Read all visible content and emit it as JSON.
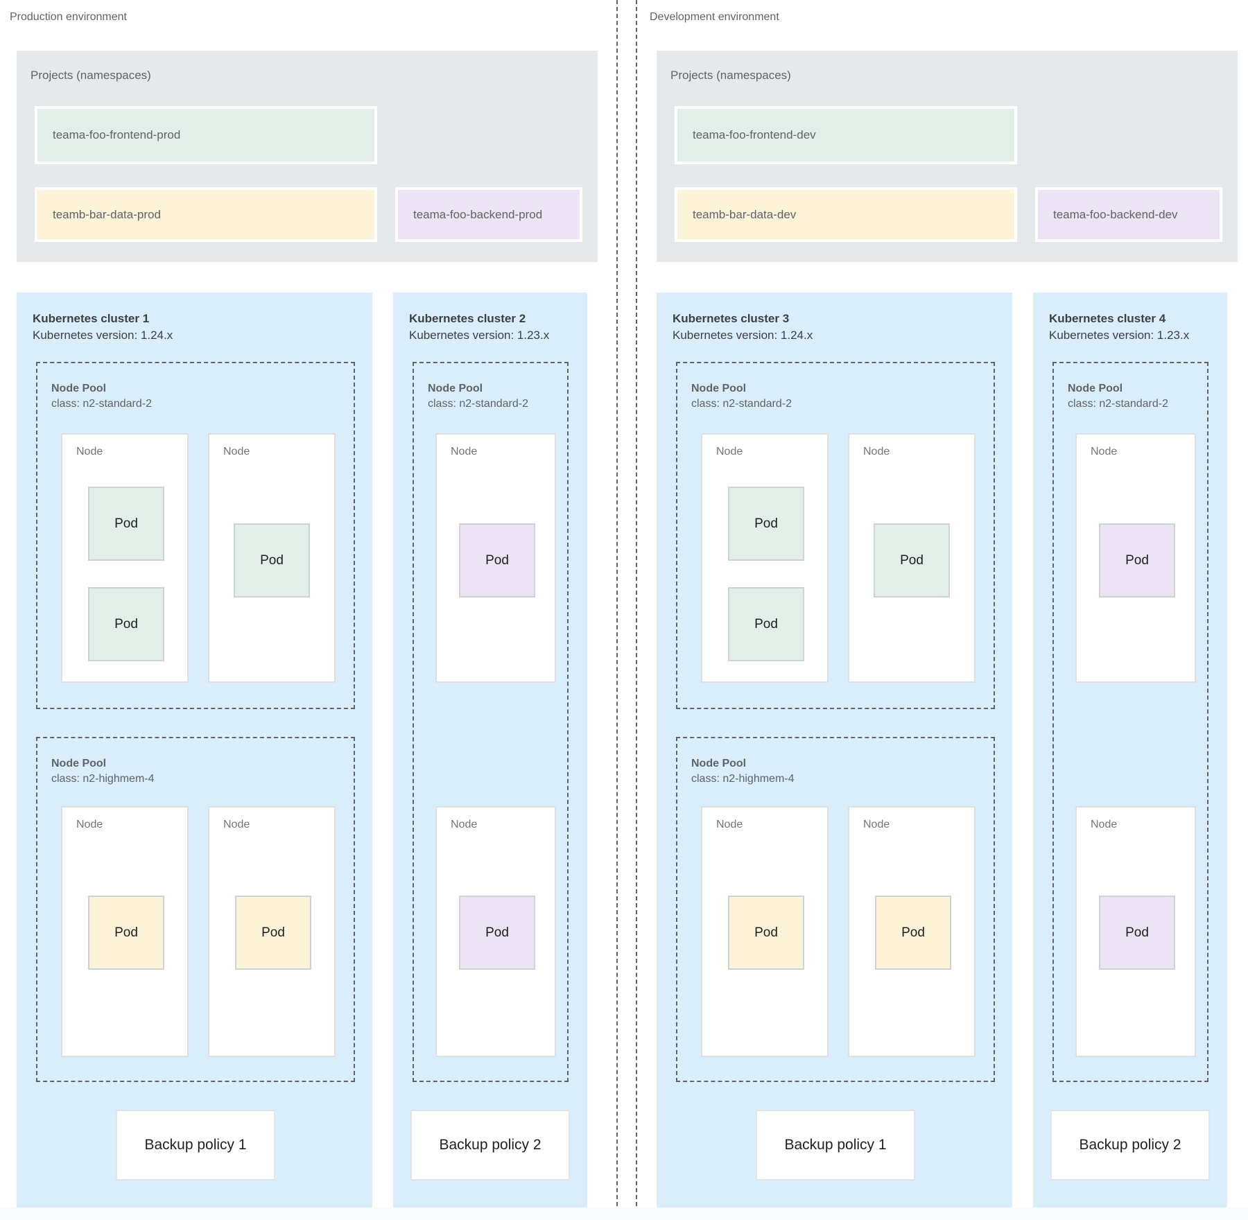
{
  "colors": {
    "projects_container_bg": "#e6e9ec",
    "cluster_bg": "#d9edfb",
    "namespace_green": "#e2efe8",
    "namespace_yellow": "#fcf3d9",
    "namespace_purple": "#ece3f4",
    "node_bg": "#ffffff",
    "dashed_border": "#5f6368",
    "text_gray": "#5f6368",
    "text_dark": "#3c4043"
  },
  "environments": [
    {
      "title": "Production environment",
      "projects": {
        "label": "Projects (namespaces)",
        "namespaces": [
          {
            "name": "teama-foo-frontend-prod",
            "color": "green"
          },
          {
            "name": "teamb-bar-data-prod",
            "color": "yellow"
          },
          {
            "name": "teama-foo-backend-prod",
            "color": "purple"
          }
        ]
      },
      "clusters": [
        {
          "name": "Kubernetes cluster 1",
          "version": "Kubernetes version: 1.24.x",
          "backup_policy": "Backup policy 1",
          "node_pools": [
            {
              "label": "Node Pool",
              "class": "class: n2-standard-2",
              "nodes": [
                {
                  "label": "Node",
                  "pods": [
                    {
                      "label": "Pod",
                      "color": "green"
                    },
                    {
                      "label": "Pod",
                      "color": "green"
                    }
                  ]
                },
                {
                  "label": "Node",
                  "pods": [
                    {
                      "label": "Pod",
                      "color": "green"
                    }
                  ]
                }
              ]
            },
            {
              "label": "Node Pool",
              "class": "class: n2-highmem-4",
              "nodes": [
                {
                  "label": "Node",
                  "pods": [
                    {
                      "label": "Pod",
                      "color": "yellow"
                    }
                  ]
                },
                {
                  "label": "Node",
                  "pods": [
                    {
                      "label": "Pod",
                      "color": "yellow"
                    }
                  ]
                }
              ]
            }
          ]
        },
        {
          "name": "Kubernetes cluster 2",
          "version": "Kubernetes version: 1.23.x",
          "backup_policy": "Backup policy 2",
          "node_pools": [
            {
              "label": "Node Pool",
              "class": "class: n2-standard-2",
              "nodes": [
                {
                  "label": "Node",
                  "pods": [
                    {
                      "label": "Pod",
                      "color": "purple"
                    }
                  ]
                },
                {
                  "label": "Node",
                  "pods": [
                    {
                      "label": "Pod",
                      "color": "purple"
                    }
                  ]
                }
              ]
            }
          ]
        }
      ]
    },
    {
      "title": "Development environment",
      "projects": {
        "label": "Projects (namespaces)",
        "namespaces": [
          {
            "name": "teama-foo-frontend-dev",
            "color": "green"
          },
          {
            "name": "teamb-bar-data-dev",
            "color": "yellow"
          },
          {
            "name": "teama-foo-backend-dev",
            "color": "purple"
          }
        ]
      },
      "clusters": [
        {
          "name": "Kubernetes cluster 3",
          "version": "Kubernetes version: 1.24.x",
          "backup_policy": "Backup policy 1",
          "node_pools": [
            {
              "label": "Node Pool",
              "class": "class: n2-standard-2",
              "nodes": [
                {
                  "label": "Node",
                  "pods": [
                    {
                      "label": "Pod",
                      "color": "green"
                    },
                    {
                      "label": "Pod",
                      "color": "green"
                    }
                  ]
                },
                {
                  "label": "Node",
                  "pods": [
                    {
                      "label": "Pod",
                      "color": "green"
                    }
                  ]
                }
              ]
            },
            {
              "label": "Node Pool",
              "class": "class: n2-highmem-4",
              "nodes": [
                {
                  "label": "Node",
                  "pods": [
                    {
                      "label": "Pod",
                      "color": "yellow"
                    }
                  ]
                },
                {
                  "label": "Node",
                  "pods": [
                    {
                      "label": "Pod",
                      "color": "yellow"
                    }
                  ]
                }
              ]
            }
          ]
        },
        {
          "name": "Kubernetes cluster 4",
          "version": "Kubernetes version: 1.23.x",
          "backup_policy": "Backup policy 2",
          "node_pools": [
            {
              "label": "Node Pool",
              "class": "class: n2-standard-2",
              "nodes": [
                {
                  "label": "Node",
                  "pods": [
                    {
                      "label": "Pod",
                      "color": "purple"
                    }
                  ]
                },
                {
                  "label": "Node",
                  "pods": [
                    {
                      "label": "Pod",
                      "color": "purple"
                    }
                  ]
                }
              ]
            }
          ]
        }
      ]
    }
  ]
}
